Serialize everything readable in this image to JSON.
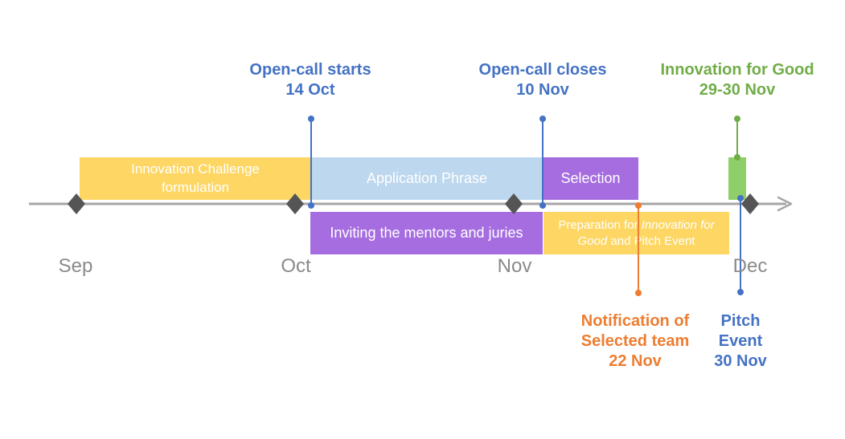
{
  "months": [
    "Sep",
    "Oct",
    "Nov",
    "Dec"
  ],
  "phases": {
    "formulation": "Innovation Challenge formulation",
    "application": "Application Phrase",
    "selection": "Selection",
    "inviting": "Inviting the mentors and juries",
    "preparation_pre": "Preparation for ",
    "preparation_em": "Innovation for Good",
    "preparation_post": " and Pitch Event"
  },
  "milestones": {
    "open_call_start": {
      "title": "Open-call starts",
      "date": "14 Oct"
    },
    "open_call_close": {
      "title": "Open-call closes",
      "date": "10 Nov"
    },
    "innovation_for_good": {
      "title": "Innovation for Good",
      "date": "29-30 Nov"
    },
    "notification": {
      "line1": "Notification of",
      "line2": "Selected team",
      "date": "22 Nov"
    },
    "pitch_event": {
      "line1": "Pitch",
      "line2": "Event",
      "date": "30 Nov"
    }
  },
  "colors": {
    "yellow": "#fdd663",
    "light_blue": "#bdd7ee",
    "purple": "#a56de0",
    "green": "#8fcf6a",
    "blue": "#4472c4",
    "orange": "#ed7d31",
    "dark_green": "#70ad47",
    "axis": "#a6a6a6",
    "diamond": "#555555"
  }
}
